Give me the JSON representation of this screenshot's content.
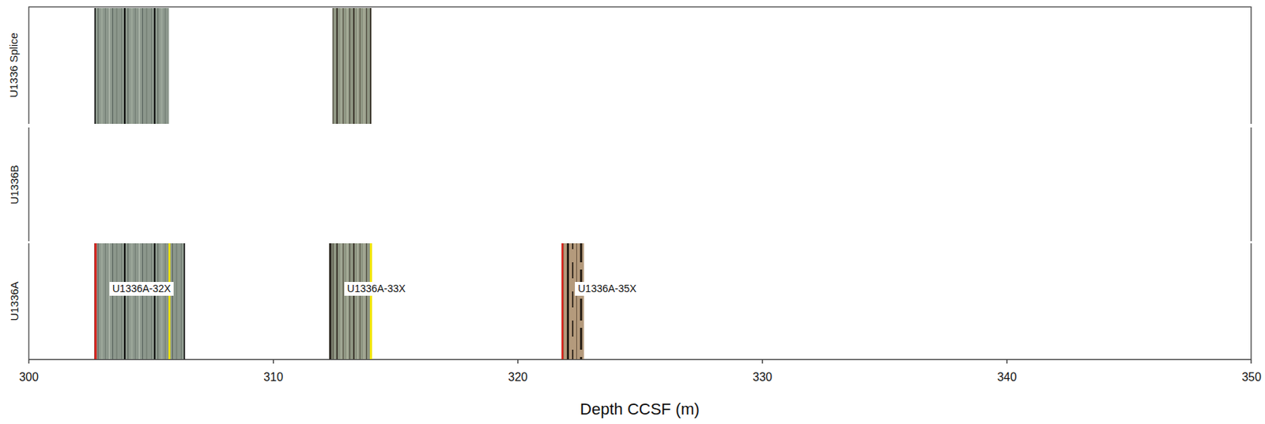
{
  "diagram": {
    "nodes": [
      {
        "text": [
          "U1336A-32X"
        ]
      },
      {
        "text": [
          "U1336A-33X"
        ]
      },
      {
        "text": [
          "U1336A-35X"
        ]
      }
    ],
    "labels": [
      "U1336 Splice",
      "U1336B",
      "U1336A",
      "300",
      "310",
      "320",
      "330",
      "340",
      "350",
      "Depth CCSF (m)"
    ]
  }
}
